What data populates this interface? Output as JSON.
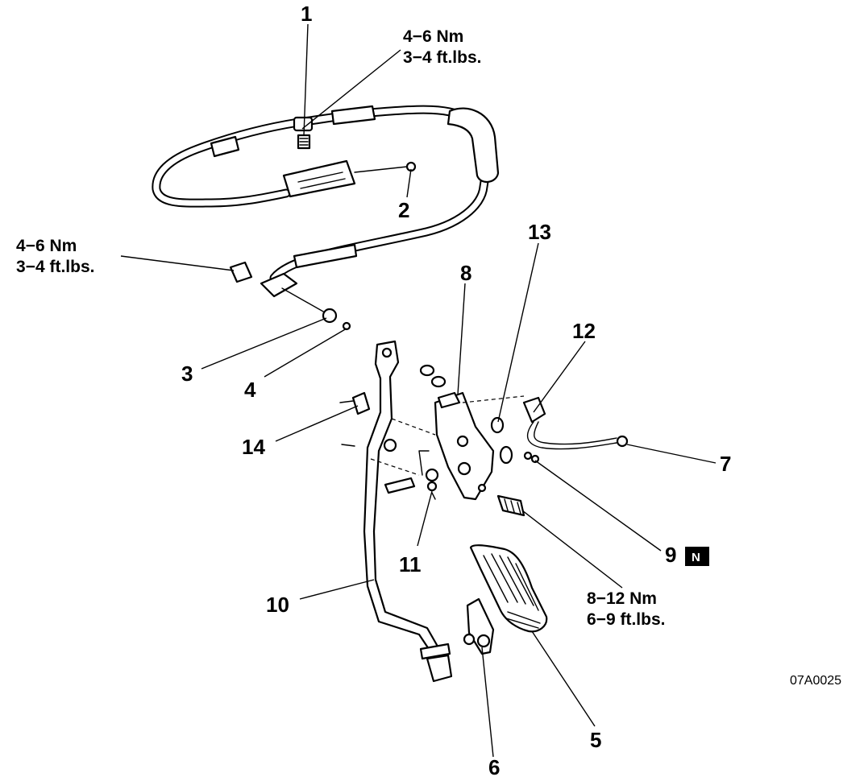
{
  "callouts": {
    "n1": "1",
    "n2": "2",
    "n3": "3",
    "n4": "4",
    "n5": "5",
    "n6": "6",
    "n7": "7",
    "n8": "8",
    "n9": "9",
    "n10": "10",
    "n11": "11",
    "n12": "12",
    "n13": "13",
    "n14": "14"
  },
  "torque_specs": {
    "top_nm": "4−6 Nm",
    "top_ftlbs": "3−4 ft.lbs.",
    "left_nm": "4−6 Nm",
    "left_ftlbs": "3−4 ft.lbs.",
    "bolt_nm": "8−12 Nm",
    "bolt_ftlbs": "6−9 ft.lbs."
  },
  "badge": "N",
  "figure_code": "07A0025"
}
